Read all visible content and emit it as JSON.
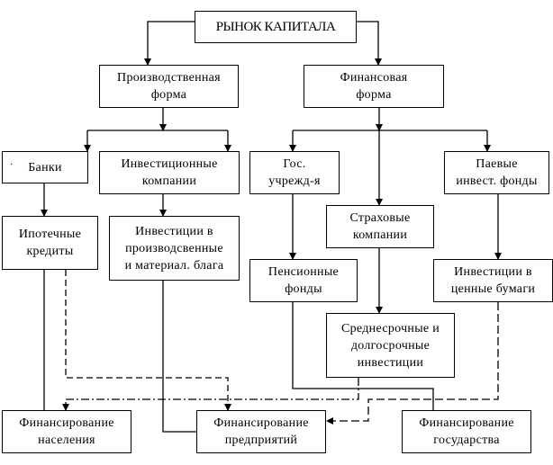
{
  "title": "РЫНОК КАПИТАЛА",
  "nodes": {
    "root": "РЫНОК КАПИТАЛА",
    "production_form": "Производственная\nформа",
    "financial_form": "Финансовая\nформа",
    "banks": "Банки",
    "investment_companies": "Инвестиционные\nкомпании",
    "gov_institutions": "Гос.\nучрежд-я",
    "mutual_funds": "Паевые\nинвест. фонды",
    "insurance_companies": "Страховые\nкомпании",
    "mortgage_loans": "Ипотечные\nкредиты",
    "investments_production": "Инвестиции в\nпроизводсвенные\nи материал. блага",
    "pension_funds": "Пенсионные\nфонды",
    "investments_securities": "Инвестиции в\nценные бумаги",
    "medium_long_investments": "Среднесрочные и\nдолгосрочные\nинвестиции",
    "financing_population": "Финансирование\nнаселения",
    "financing_enterprises": "Финансирование\nпредприятий",
    "financing_state": "Финансирование\nгосударства"
  },
  "edges": [
    {
      "from": "root",
      "to": "production_form",
      "style": "solid"
    },
    {
      "from": "root",
      "to": "financial_form",
      "style": "solid"
    },
    {
      "from": "production_form",
      "to": "banks",
      "style": "solid"
    },
    {
      "from": "production_form",
      "to": "investment_companies",
      "style": "solid"
    },
    {
      "from": "financial_form",
      "to": "gov_institutions",
      "style": "solid"
    },
    {
      "from": "financial_form",
      "to": "insurance_companies",
      "style": "solid"
    },
    {
      "from": "financial_form",
      "to": "mutual_funds",
      "style": "solid"
    },
    {
      "from": "banks",
      "to": "mortgage_loans",
      "style": "solid"
    },
    {
      "from": "investment_companies",
      "to": "investments_production",
      "style": "solid"
    },
    {
      "from": "gov_institutions",
      "to": "pension_funds",
      "style": "solid"
    },
    {
      "from": "insurance_companies",
      "to": "medium_long_investments",
      "style": "solid"
    },
    {
      "from": "mutual_funds",
      "to": "investments_securities",
      "style": "solid"
    },
    {
      "from": "mortgage_loans",
      "to": "financing_population",
      "style": "solid"
    },
    {
      "from": "mortgage_loans",
      "to": "financing_enterprises",
      "style": "dashed"
    },
    {
      "from": "medium_long_investments",
      "to": "financing_population",
      "style": "dash-dot"
    },
    {
      "from": "investments_production",
      "to": "financing_enterprises",
      "style": "solid"
    },
    {
      "from": "pension_funds",
      "to": "financing_state",
      "style": "solid"
    },
    {
      "from": "investments_securities",
      "to": "financing_enterprises",
      "style": "dashed"
    }
  ]
}
